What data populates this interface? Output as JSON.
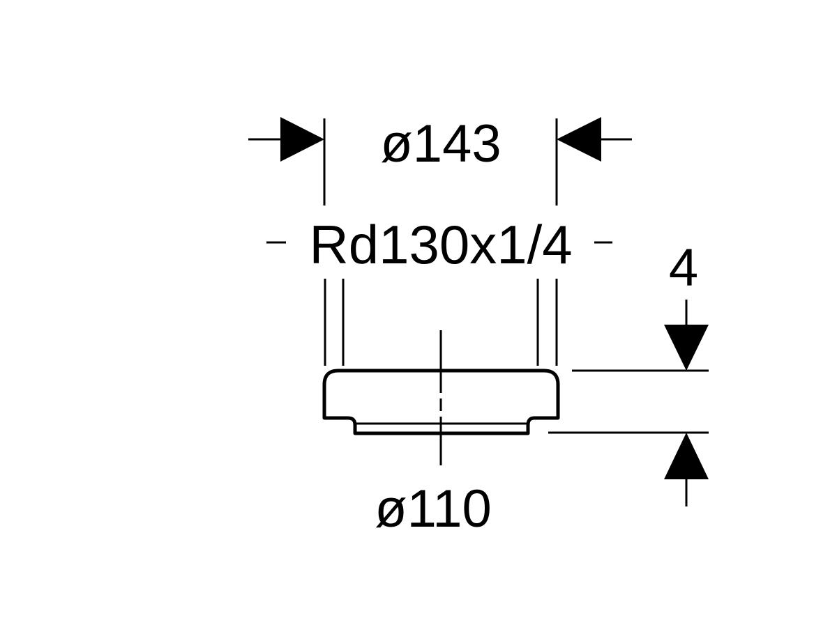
{
  "drawing": {
    "outer_diameter_label": "ø143",
    "thread_label": "Rd130x1/4",
    "inner_diameter_label": "ø110",
    "height_label": "4"
  },
  "colors": {
    "line": "#000000",
    "background": "#ffffff"
  }
}
